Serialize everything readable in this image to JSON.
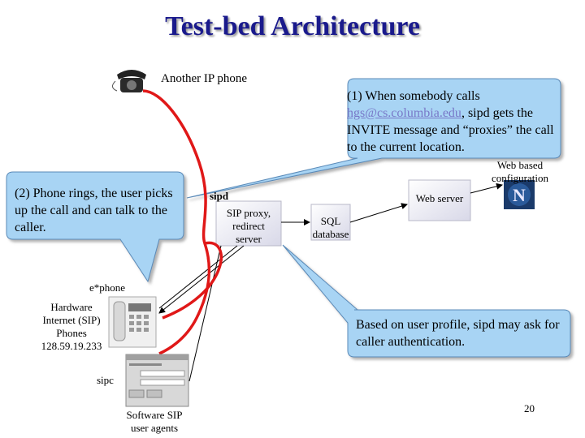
{
  "title": "Test-bed Architecture",
  "nodes": {
    "another_phone": "Another IP phone",
    "sipd_label": "sipd",
    "sip_proxy": [
      "SIP proxy,",
      "redirect",
      "server"
    ],
    "sql_db": [
      "SQL",
      "database"
    ],
    "web_server": "Web server",
    "web_config": [
      "Web based",
      "configuration"
    ],
    "ephone": "e*phone",
    "hardware_phones": [
      "Hardware",
      "Internet (SIP)",
      "Phones",
      "128.59.19.233"
    ],
    "sipc": "sipc",
    "software_agents": [
      "Software SIP",
      "user agents"
    ]
  },
  "callouts": {
    "c1_prefix": "(1) When somebody calls",
    "c1_link": "hgs@cs.columbia.edu",
    "c1_rest": ", sipd gets the INVITE message and “proxies” the call to the current location.",
    "c2": "(2) Phone rings, the user picks up the call and can talk to the caller.",
    "c3": "Based on user profile, sipd may ask for caller authentication."
  },
  "page_number": "20",
  "colors": {
    "title": "#1a1a8c",
    "bubble": "#a8d4f4",
    "call_path": "#e01818",
    "link": "#7878c8"
  },
  "icons": [
    "telephone-icon",
    "netscape-icon",
    "desk-phone-icon",
    "software-window-icon"
  ]
}
